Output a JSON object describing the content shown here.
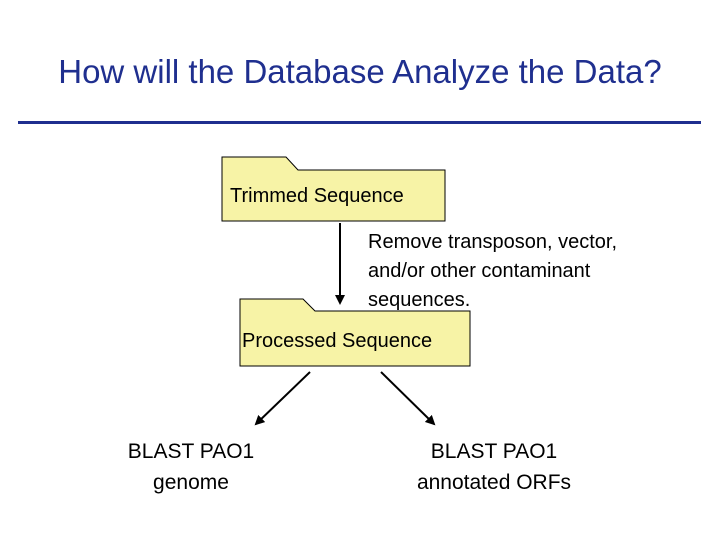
{
  "slide": {
    "title": "How will the Database Analyze the Data?",
    "top_box": "Trimmed Sequence",
    "process_note": "Remove transposon, vector, and/or other contaminant sequences.",
    "middle_box": "Processed Sequence",
    "left_leaf": {
      "line1": "BLAST PAO1",
      "line2": "genome"
    },
    "right_leaf": {
      "line1": "BLAST PAO1",
      "line2": "annotated ORFs"
    }
  },
  "colors": {
    "title": "#1f2f8f",
    "folder_fill": "#f7f3a6",
    "outline": "#000000"
  }
}
